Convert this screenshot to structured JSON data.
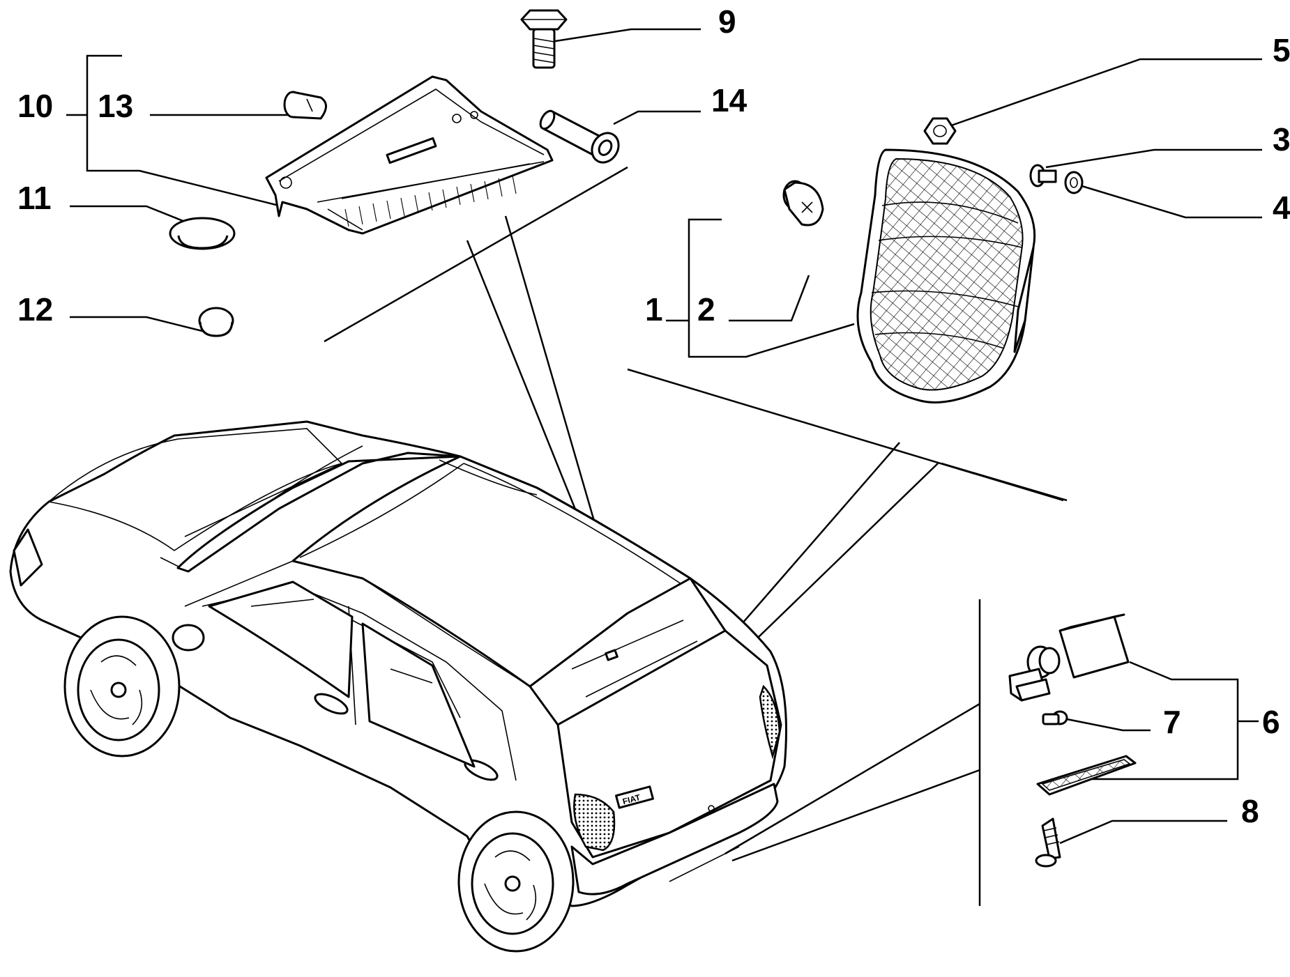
{
  "callouts": [
    {
      "id": "9",
      "text": "9"
    },
    {
      "id": "5",
      "text": "5"
    },
    {
      "id": "10",
      "text": "10"
    },
    {
      "id": "13",
      "text": "13"
    },
    {
      "id": "14",
      "text": "14"
    },
    {
      "id": "3",
      "text": "3"
    },
    {
      "id": "4",
      "text": "4"
    },
    {
      "id": "11",
      "text": "11"
    },
    {
      "id": "1",
      "text": "1"
    },
    {
      "id": "2",
      "text": "2"
    },
    {
      "id": "12",
      "text": "12"
    },
    {
      "id": "7",
      "text": "7"
    },
    {
      "id": "6",
      "text": "6"
    },
    {
      "id": "8",
      "text": "8"
    }
  ],
  "car_badge": "FIAT"
}
